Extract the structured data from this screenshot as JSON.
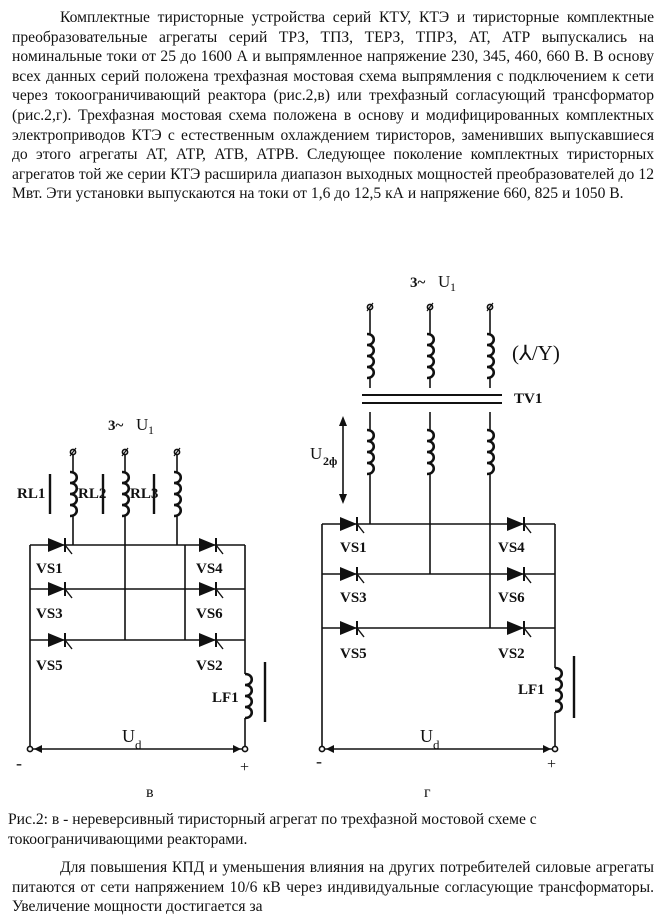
{
  "text": {
    "paragraph1": "Комплектные тиристорные устройства серий КТУ, КТЭ и тиристорные комплектные преобразовательные агрегаты серий ТРЗ, ТПЗ, ТЕРЗ, ТПРЗ, АТ, АТР выпускались на номинальные токи от 25 до 1600 А и выпрямленное напряжение 230, 345, 460, 660 В. В основу всех данных серий положена трехфазная мостовая схема выпрямления с подключением к сети через токоограничивающий реактора (рис.2,в) или трехфазный согласующий трансформатор (рис.2,г). Трехфазная мостовая схема положена в основу и модифицированных комплектных электроприводов КТЭ с естественным охлаждением тиристоров, заменивших выпускавшиеся до этого агрегаты АТ, АТР, АТВ, АТРВ. Следующее поколение комплектных тиристорных агрегатов той же серии КТЭ расширила диапазон выходных мощностей преобразователей до 12 Мвт. Эти установки выпускаются на токи от 1,6 до 12,5 кА и напряжение 660, 825 и 1050 В.",
    "caption": "Рис.2: в - нереверсивный тиристорный агрегат по трехфазной мостовой схеме с токоограничивающими реакторами.",
    "paragraph2": "Для повышения КПД и уменьшения влияния на других потребителей силовые агрегаты питаются от сети напряжением 10/6 кВ через индивидуальные согласующие трансформаторы. Увеличение мощности достигается за"
  },
  "diagram_v": {
    "supply_prefix": "3~",
    "supply_label": "U",
    "supply_sub": "1",
    "reactors": [
      "RL1",
      "RL2",
      "RL3"
    ],
    "thyristors_left": [
      "VS1",
      "VS3",
      "VS5"
    ],
    "thyristors_right": [
      "VS4",
      "VS6",
      "VS2"
    ],
    "smoothing_reactor": "LF1",
    "output_label": "U",
    "output_sub": "d",
    "minus": "-",
    "plus": "+",
    "figure_letter": "в"
  },
  "diagram_g": {
    "supply_prefix": "3~",
    "supply_label": "U",
    "supply_sub": "1",
    "connection": "(⅄/Y)",
    "transformer": "TV1",
    "secondary_label": "U",
    "secondary_sub": "2ф",
    "thyristors_left": [
      "VS1",
      "VS3",
      "VS5"
    ],
    "thyristors_right": [
      "VS4",
      "VS6",
      "VS2"
    ],
    "smoothing_reactor": "LF1",
    "output_label": "U",
    "output_sub": "d",
    "minus": "-",
    "plus": "+",
    "figure_letter": "г"
  }
}
